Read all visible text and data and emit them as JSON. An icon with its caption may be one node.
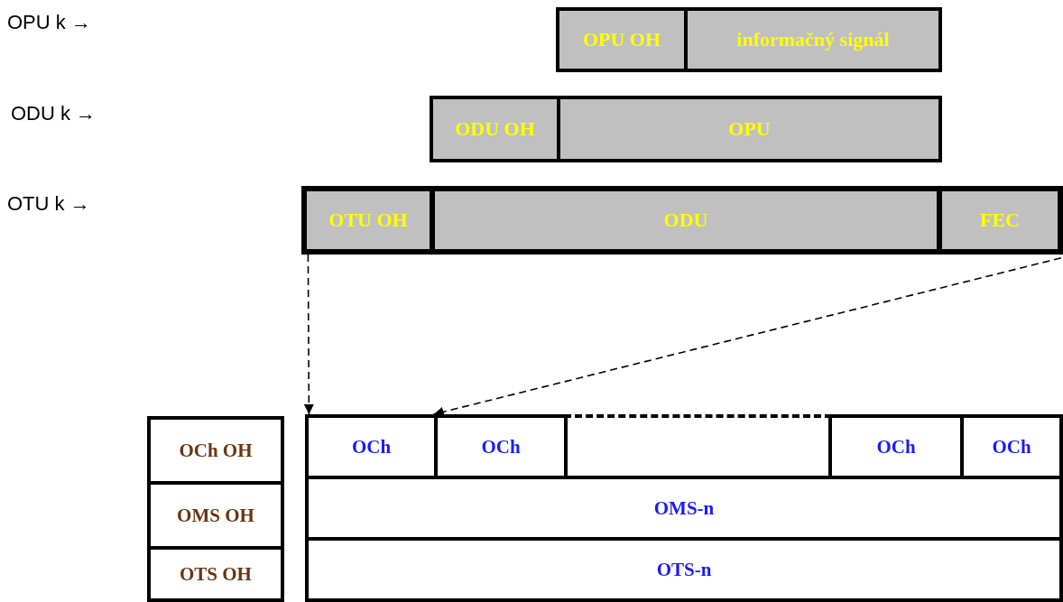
{
  "diagram": {
    "nodes": [
      {
        "text": [
          "OPU OH"
        ]
      },
      {
        "text": [
          "informačný signál"
        ]
      },
      {
        "text": [
          "ODU OH"
        ]
      },
      {
        "text": [
          "OPU"
        ]
      },
      {
        "text": [
          "OTU OH"
        ]
      },
      {
        "text": [
          "ODU"
        ]
      },
      {
        "text": [
          "FEC"
        ]
      },
      {
        "text": [
          "OCh OH"
        ]
      },
      {
        "text": [
          "OMS OH"
        ]
      },
      {
        "text": [
          "OTS OH"
        ]
      },
      {
        "text": [
          "OCh"
        ]
      },
      {
        "text": [
          "OCh"
        ]
      },
      {
        "text": [],
        "shape": "box"
      },
      {
        "text": [
          "OCh"
        ]
      },
      {
        "text": [
          "OCh"
        ]
      },
      {
        "text": [
          "OMS-n"
        ]
      },
      {
        "text": [
          "OTS-n"
        ]
      }
    ],
    "edges": [
      {
        "from": 4,
        "to": 10,
        "arrow": "to",
        "style": "dashed"
      },
      {
        "from": 6,
        "to": 10,
        "arrow": "to",
        "style": "dashed"
      }
    ],
    "labels": [
      "OPU k →",
      "ODU k →",
      "OTU k →"
    ]
  }
}
